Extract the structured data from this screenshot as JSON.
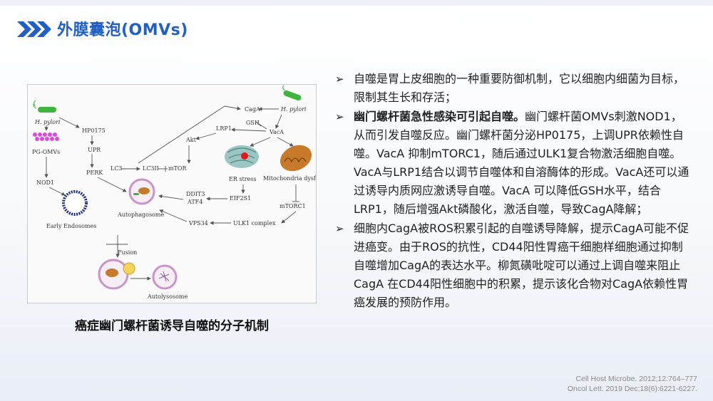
{
  "header": {
    "title": "外膜囊泡(OMVs)",
    "accent_color": "#1f5fc6"
  },
  "figure": {
    "labels": {
      "h_pylori_left": "H. pylori",
      "pg_omvs": "PG-OMVs",
      "hp0175": "HP0175",
      "upr": "UPR",
      "perk": "PERK",
      "nod1": "NOD1",
      "early_endosomes": "Early Endosomes",
      "cage": "CagA",
      "h_pylori_right": "H. pylori",
      "gsh": "GSH",
      "lrp1": "LRP1",
      "vaca": "VacA",
      "akt": "Akt",
      "lc3": "LC3",
      "lc3ii": "LC3II",
      "mtor_top": "mTOR",
      "er_stress": "ER stress",
      "mito": "Mitochondria dysfunction",
      "ddit3": "DDIT3",
      "atf4": "ATF4",
      "eif2s1": "EIF2S1",
      "mtorc1": "mTORC1",
      "autophagosome": "Autophagosome",
      "vps34": "VPS34",
      "ulk1": "ULK1 complex",
      "fusion": "Fusion",
      "autolysosome": "Autolysosome"
    }
  },
  "caption": "癌症幽门螺杆菌诱导自噬的分子机制",
  "bullets": [
    {
      "mark": "➢",
      "bold": "",
      "text": "自噬是胃上皮细胞的一种重要防御机制，它以细胞内细菌为目标，限制其生长和存活；"
    },
    {
      "mark": "➢",
      "bold": "幽门螺杆菌急性感染可引起自噬。",
      "text": "幽门螺杆菌OMVs刺激NOD1，从而引发自噬反应。幽门螺杆菌分泌HP0175，上调UPR依赖性自噬。VacA 抑制mTORC1，随后通过ULK1复合物激活细胞自噬。VacA与LRP1结合以调节自噬体和自溶酶体的形成。VacA还可以通过诱导内质网应激诱导自噬。VacA 可以降低GSH水平，结合LRP1，随后增强Akt磷酸化，激活自噬，导致CagA降解；"
    },
    {
      "mark": "➢",
      "bold": "",
      "text": "细胞内CagA被ROS积累引起的自噬诱导降解，提示CagA可能不促进癌变。由于ROS的抗性，CD44阳性胃癌干细胞样细胞通过抑制自噬增加CagA的表达水平。柳氮磺吡啶可以通过上调自噬来阻止CagA 在CD44阳性细胞中的积累，提示该化合物对CagA依赖性胃癌发展的预防作用。"
    }
  ],
  "references": [
    "Cell Host Microbe. 2012;12:764–777",
    "Oncol Lett. 2019 Dec;18(6):6221-6227."
  ]
}
